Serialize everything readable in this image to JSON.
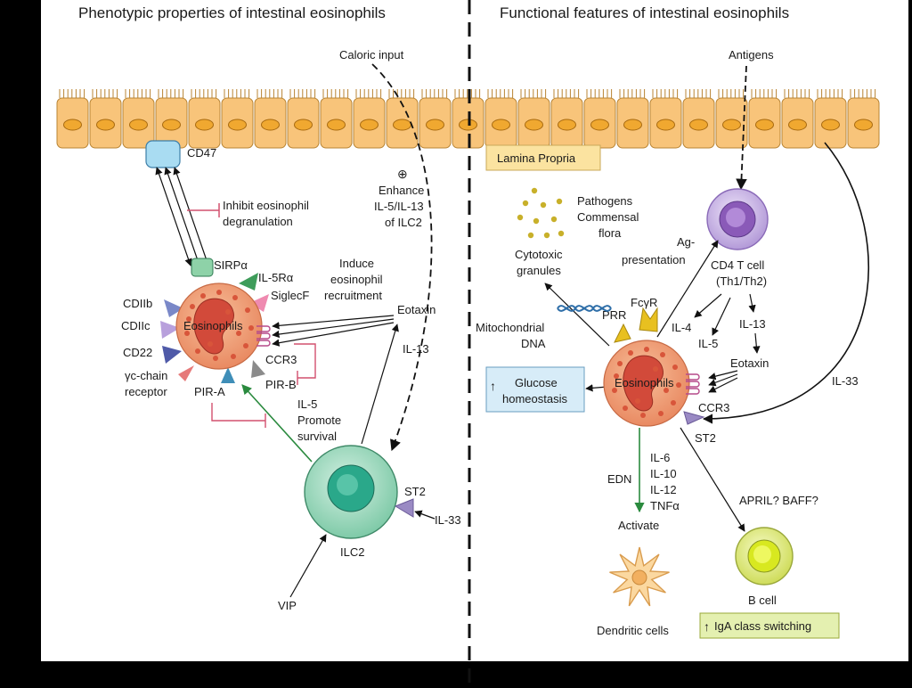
{
  "titles": {
    "left": "Phenotypic properties of intestinal eosinophils",
    "right": "Functional features of intestinal eosinophils"
  },
  "left": {
    "caloric_input": "Caloric input",
    "cd47": "CD47",
    "inhibit_1": "Inhibit eosinophil",
    "inhibit_2": "degranulation",
    "plus_symbol": "⊕",
    "enhance_1": "Enhance",
    "enhance_2": "IL-5/IL-13",
    "enhance_3": "of ILC2",
    "induce_1": "Induce",
    "induce_2": "eosinophil",
    "induce_3": "recruitment",
    "sirpa": "SIRPα",
    "il5ra": "IL-5Rα",
    "siglecf": "SiglecF",
    "cd11b": "CDIIb",
    "cd11c": "CDIIc",
    "cd22": "CD22",
    "gc_chain_1": "γc-chain",
    "gc_chain_2": "receptor",
    "pira": "PIR-A",
    "pirb": "PIR-B",
    "ccr3": "CCR3",
    "eosinophils": "Eosinophils",
    "eotaxin": "Eotaxin",
    "il13": "IL-13",
    "il5_1": "IL-5",
    "il5_2": "Promote",
    "il5_3": "survival",
    "st2": "ST2",
    "il33": "IL-33",
    "ilc2": "ILC2",
    "vip": "VIP"
  },
  "right": {
    "antigens": "Antigens",
    "lamina_propria": "Lamina Propria",
    "pathogens_1": "Pathogens",
    "pathogens_2": "Commensal",
    "pathogens_3": "flora",
    "cytotoxic_1": "Cytotoxic",
    "cytotoxic_2": "granules",
    "ag_1": "Ag-",
    "ag_2": "presentation",
    "cd4_1": "CD4 T cell",
    "cd4_2": "(Th1/Th2)",
    "prr": "PRR",
    "fcgr": "FcγR",
    "il4": "IL-4",
    "il5": "IL-5",
    "il13": "IL-13",
    "mito_1": "Mitochondrial",
    "mito_2": "DNA",
    "eotaxin": "Eotaxin",
    "glucose_1": "Glucose",
    "glucose_2": "homeostasis",
    "eosinophils": "Eosinophils",
    "ccr3": "CCR3",
    "st2": "ST2",
    "il33": "IL-33",
    "edn": "EDN",
    "il6": "IL-6",
    "il10": "IL-10",
    "il12": "IL-12",
    "tnfa": "TNFα",
    "april": "APRIL? BAFF?",
    "activate": "Activate",
    "dendritic": "Dendritic cells",
    "bcell": "B cell",
    "iga": "IgA class switching",
    "up_arrow": "↑"
  },
  "colors": {
    "epithelium": "#f8c47a",
    "eosinophil": "#f2a07a",
    "ilc2": "#a6dcc4",
    "cd4": "#c8b4e6",
    "bcell": "#dde87a",
    "lamina_box": "#fbe3a0",
    "glucose_box": "#d7ecf8",
    "iga_box": "#e4f0b0",
    "inhibit_red": "#d2506e",
    "promote_green": "#2a8a3e"
  }
}
